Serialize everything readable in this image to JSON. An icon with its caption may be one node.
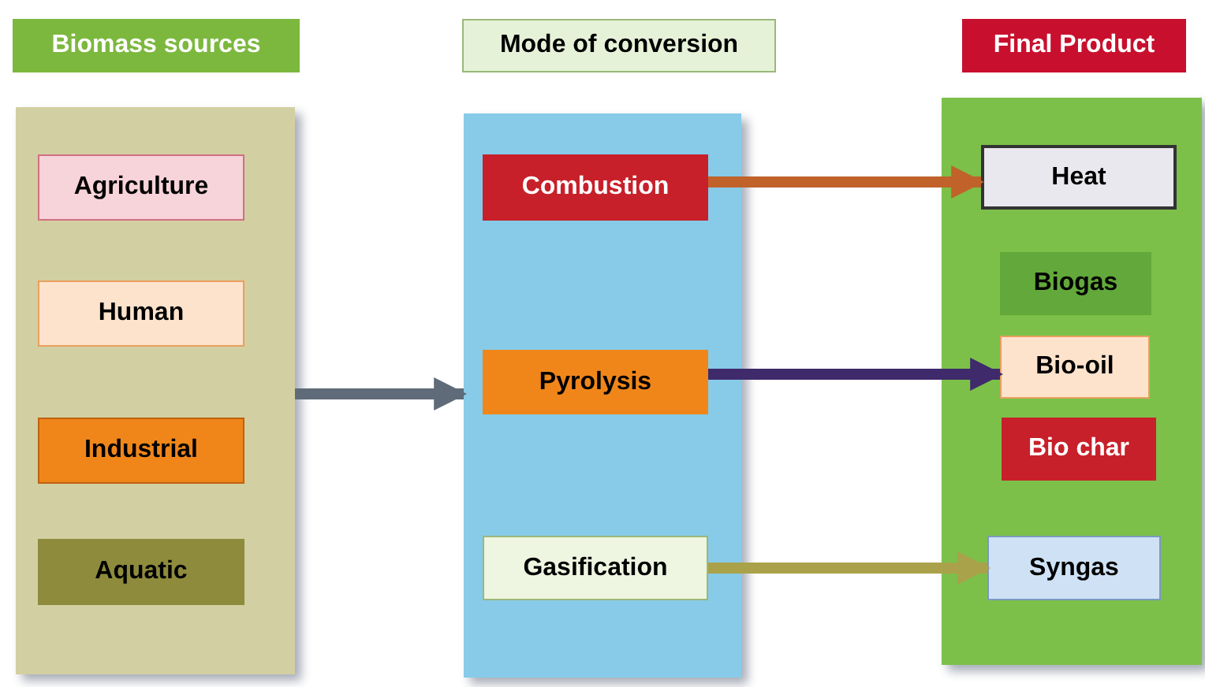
{
  "diagram": {
    "nodes": [
      {
        "text": [
          "Biomass sources"
        ]
      },
      {
        "text": [],
        "shape": "box"
      },
      {
        "text": [
          "Agriculture"
        ],
        "in": 1
      },
      {
        "text": [
          "Human"
        ],
        "in": 1
      },
      {
        "text": [
          "Industrial"
        ],
        "in": 1
      },
      {
        "text": [
          "Aquatic"
        ],
        "in": 1
      },
      {
        "text": [
          "Mode of conversion"
        ]
      },
      {
        "text": [],
        "shape": "box"
      },
      {
        "text": [
          "Combustion"
        ],
        "in": 7
      },
      {
        "text": [
          "Pyrolysis"
        ],
        "in": 7
      },
      {
        "text": [
          "Gasification"
        ],
        "in": 7
      },
      {
        "text": [
          "Final Product"
        ]
      },
      {
        "text": [],
        "shape": "box"
      },
      {
        "text": [
          "Heat"
        ],
        "in": 12
      },
      {
        "text": [
          "Biogas"
        ],
        "in": 12
      },
      {
        "text": [
          "Bio-oil"
        ],
        "in": 12
      },
      {
        "text": [
          "Bio char"
        ],
        "in": 12
      },
      {
        "text": [
          "Syngas"
        ],
        "in": 12
      }
    ],
    "edges": [
      {
        "from": 1,
        "to": 7,
        "arrow": "to",
        "color": "#5f6b78"
      },
      {
        "from": 8,
        "to": 13,
        "arrow": "to",
        "color": "#c0622a"
      },
      {
        "from": 9,
        "to": 15,
        "arrow": "to",
        "color": "#3f2a6b"
      },
      {
        "from": 10,
        "to": 17,
        "arrow": "to",
        "color": "#aaa24a"
      }
    ]
  }
}
